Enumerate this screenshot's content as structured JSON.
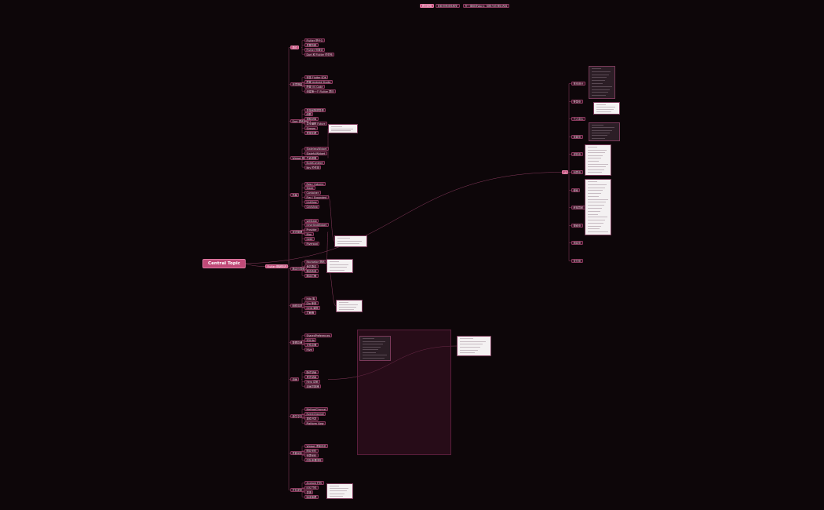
{
  "mindmap": {
    "central_topic": "Central Topic",
    "top_node": "项目经验",
    "top_children": [
      "目前没有经验相关",
      "在一周前发Word：结构介绍 图片内容"
    ],
    "left_branch": "Flutter 基础知识",
    "sections": [
      {
        "label": "简介",
        "items": [
          "Flutter 是什么",
          "发展历程",
          "Flutter 优缺点",
          "Dart 和 Flutter 的关系"
        ]
      },
      {
        "label": "环境搭建",
        "items": [
          "安装 Flutter SDK",
          "配置 Android Studio",
          "配置 VS Code",
          "创建第一个 Flutter 项目"
        ]
      },
      {
        "label": "Dart 语言基础",
        "items": [
          "变量和数据类型",
          "函数",
          "类和对象",
          "异步编程 Future",
          "Stream",
          "异常处理"
        ]
      },
      {
        "label": "Widget 基础",
        "items": [
          "StatelessWidget",
          "StatefulWidget",
          "生命周期",
          "BuildContext",
          "Key 的作用"
        ]
      },
      {
        "label": "布局",
        "items": [
          "Row / Column",
          "Stack",
          "Container",
          "Flex / Expanded",
          "ListView",
          "GridView"
        ]
      },
      {
        "label": "状态管理",
        "items": [
          "setState",
          "InheritedWidget",
          "Provider",
          "Bloc",
          "GetX",
          "Riverpod"
        ]
      },
      {
        "label": "路由与导航",
        "items": [
          "Navigator 基础",
          "命名路由",
          "路由传参",
          "路由拦截"
        ]
      },
      {
        "label": "网络请求",
        "items": [
          "http 库",
          "Dio 使用",
          "JSON 解析",
          "拦截器"
        ]
      },
      {
        "label": "数据存储",
        "items": [
          "SharedPreferences",
          "SQLite",
          "文件存储",
          "Hive"
        ]
      },
      {
        "label": "动画",
        "items": [
          "隐式动画",
          "显式动画",
          "Hero 动画",
          "动画控制器"
        ]
      },
      {
        "label": "原生交互",
        "items": [
          "MethodChannel",
          "EventChannel",
          "插件开发",
          "Platform View"
        ]
      },
      {
        "label": "性能优化",
        "items": [
          "Widget 重建优化",
          "图片优化",
          "列表优化",
          "内存泄漏排查"
        ]
      },
      {
        "label": "打包发布",
        "items": [
          "Android 打包",
          "iOS 打包",
          "混淆",
          "版本管理"
        ]
      }
    ],
    "right_branch": "UI",
    "right_items": [
      "首页设计",
      "登录页",
      "个人中心",
      "设置页",
      "详情页",
      "列表页",
      "弹窗",
      "底部导航",
      "搜索页",
      "消息页",
      "支付页"
    ]
  },
  "colors": {
    "background": "#0d0609",
    "node": "#3a1024",
    "central": "#c04a78",
    "line": "#8a3a5e"
  }
}
